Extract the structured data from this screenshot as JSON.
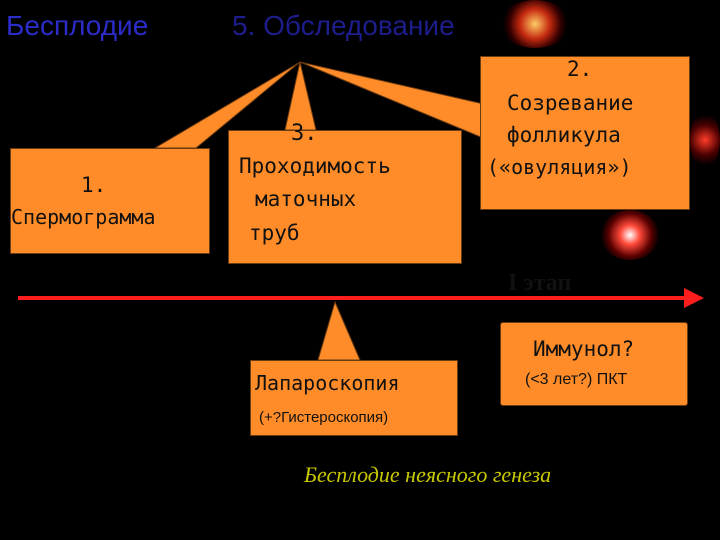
{
  "header": {
    "topic": "Бесплодие",
    "section": "5. Обследование"
  },
  "boxes": {
    "spermogram": {
      "number": "1.",
      "text": "Спермограмма"
    },
    "tubes": {
      "line1": "3.",
      "line2": "Проходимость",
      "line3": "маточных",
      "line4": "труб"
    },
    "ovulation": {
      "line1": "2.",
      "line2": "Созревание",
      "line3": "фолликула",
      "line4": "(«овуляция»)"
    },
    "laparoscopy": {
      "text": "Лапароскопия",
      "note": "(+?Гистероскопия)"
    },
    "immunol": {
      "title": "Иммунол?",
      "sub": "(<3 лет?) ПКТ"
    }
  },
  "timeline": {
    "stage_label": "I этап"
  },
  "footer": {
    "conclusion": "Бесплодие неясного генеза"
  },
  "colors": {
    "box": "#ff8c28",
    "arrow": "#ff1e1e",
    "title": "#2c2cc8",
    "footer": "#c8c800"
  }
}
